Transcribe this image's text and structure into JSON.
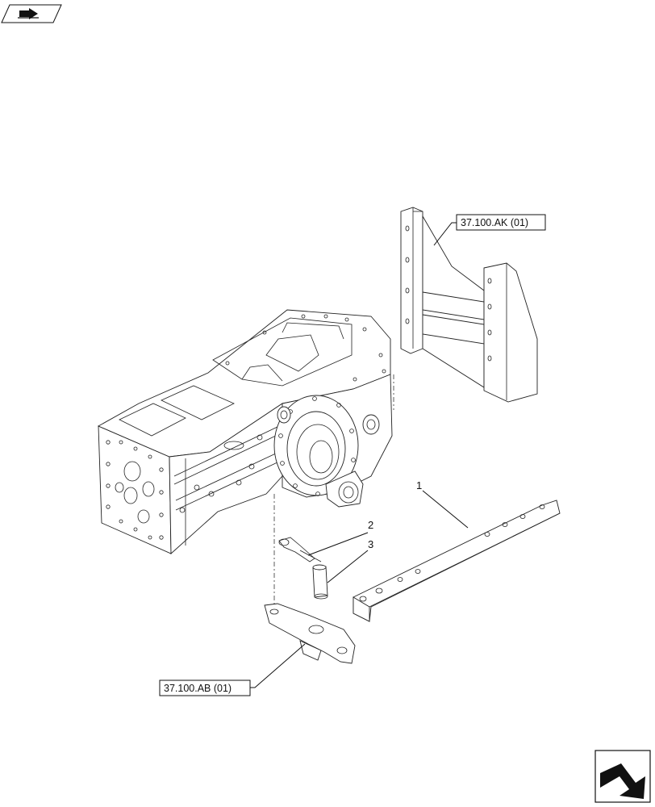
{
  "refs": {
    "top": "37.100.AK (01)",
    "bottom": "37.100.AB (01)"
  },
  "callouts": [
    "1",
    "2",
    "3"
  ],
  "icons": {
    "top_left": "book-arrow-icon",
    "bottom_right": "next-page-arrow-icon"
  }
}
